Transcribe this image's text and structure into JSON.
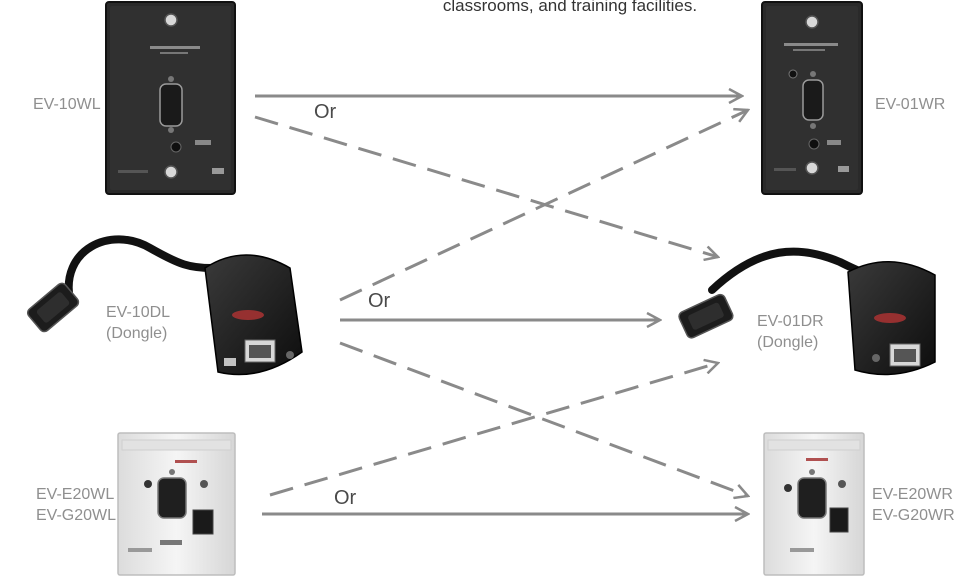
{
  "caption": "classrooms, and training facilities.",
  "devices": {
    "ev10wl": "EV-10WL",
    "ev01wr": "EV-01WR",
    "ev10dl_line1": "EV-10DL",
    "ev10dl_line2": "(Dongle)",
    "ev01dr_line1": "EV-01DR",
    "ev01dr_line2": "(Dongle)",
    "eve20wl_line1": "EV-E20WL",
    "eve20wl_line2": "EV-G20WL",
    "eve20wr_line1": "EV-E20WR",
    "eve20wr_line2": "EV-G20WR"
  },
  "or_labels": [
    "Or",
    "Or",
    "Or"
  ],
  "colors": {
    "arrow": "#8a8a8a",
    "plate": "#262626",
    "din": "#ececec",
    "label": "#8f8f8f"
  }
}
